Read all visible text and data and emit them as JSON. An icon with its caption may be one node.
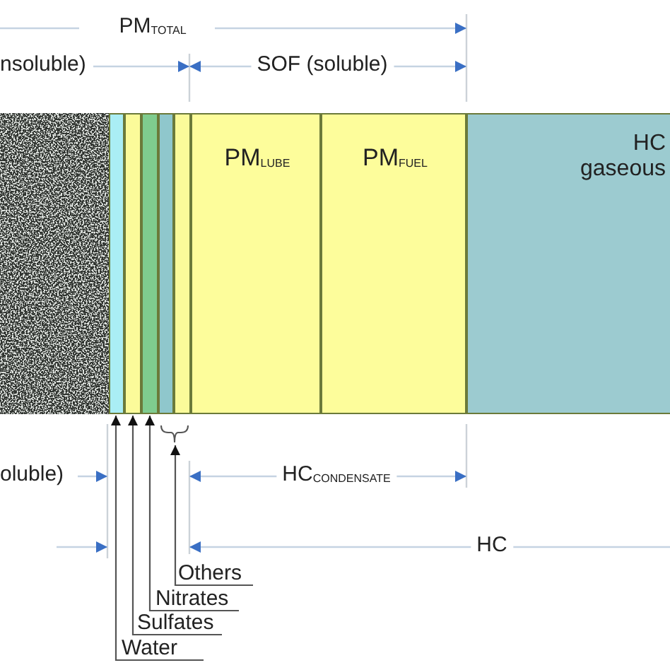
{
  "diagram": {
    "nodes": [
      {
        "text": [],
        "shape": "box"
      },
      {
        "text": [],
        "shape": "bar"
      },
      {
        "text": [],
        "shape": "bar"
      },
      {
        "text": [],
        "shape": "bar"
      },
      {
        "text": [],
        "shape": "bar"
      },
      {
        "text": [],
        "shape": "bar"
      },
      {
        "text": [
          "PM$_{LUBE}$"
        ]
      },
      {
        "text": [
          "PM$_{FUEL}$"
        ]
      },
      {
        "text": [
          "HC gaseous"
        ]
      },
      {
        "text": [
          "Water"
        ]
      },
      {
        "text": [
          "Sulfates"
        ]
      },
      {
        "text": [
          "Nitrates"
        ]
      },
      {
        "text": [
          "Others"
        ]
      },
      {
        "text": [],
        "shape": "brace"
      }
    ],
    "edges": [
      {
        "from": 9,
        "to": 1,
        "arrow": "to"
      },
      {
        "from": 10,
        "to": 2,
        "arrow": "to"
      },
      {
        "from": 11,
        "to": 3,
        "arrow": "to"
      },
      {
        "from": 12,
        "to": 13,
        "arrow": "to"
      }
    ],
    "labels": [
      "PM$_{TOTAL}$",
      "nsoluble)",
      "SOF (soluble)",
      "oluble)",
      "HC$_{CONDENSATE}$",
      "HC"
    ]
  }
}
